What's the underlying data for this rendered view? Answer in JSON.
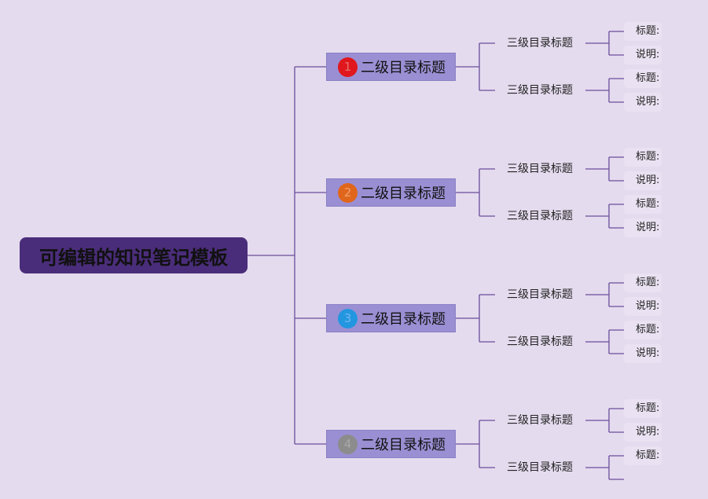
{
  "root": {
    "title": "可编辑的知识笔记模板"
  },
  "sections": [
    {
      "number": "1",
      "label": "二级目录标题",
      "badge_color": "#e0171c",
      "number_color": "#e77070",
      "children": [
        {
          "label": "三级目录标题",
          "leaves": [
            "标题:",
            "说明:"
          ]
        },
        {
          "label": "三级目录标题",
          "leaves": [
            "标题:",
            "说明:"
          ]
        }
      ]
    },
    {
      "number": "2",
      "label": "二级目录标题",
      "badge_color": "#e0661c",
      "number_color": "#f0a070",
      "children": [
        {
          "label": "三级目录标题",
          "leaves": [
            "标题:",
            "说明:"
          ]
        },
        {
          "label": "三级目录标题",
          "leaves": [
            "标题:",
            "说明:"
          ]
        }
      ]
    },
    {
      "number": "3",
      "label": "二级目录标题",
      "badge_color": "#2396e0",
      "number_color": "#70b8ee",
      "children": [
        {
          "label": "三级目录标题",
          "leaves": [
            "标题:",
            "说明:"
          ]
        },
        {
          "label": "三级目录标题",
          "leaves": [
            "标题:",
            "说明:"
          ]
        }
      ]
    },
    {
      "number": "4",
      "label": "二级目录标题",
      "badge_color": "#8c8c8c",
      "number_color": "#a8a8a8",
      "children": [
        {
          "label": "三级目录标题",
          "leaves": [
            "标题:",
            "说明:"
          ]
        },
        {
          "label": "三级目录标题",
          "leaves": [
            "标题:",
            ""
          ]
        }
      ]
    }
  ],
  "colors": {
    "line": "#6a4e9a",
    "root_bg": "#4a2d7a",
    "section_bg": "#9a8fd3",
    "background": "#e4dbee"
  }
}
